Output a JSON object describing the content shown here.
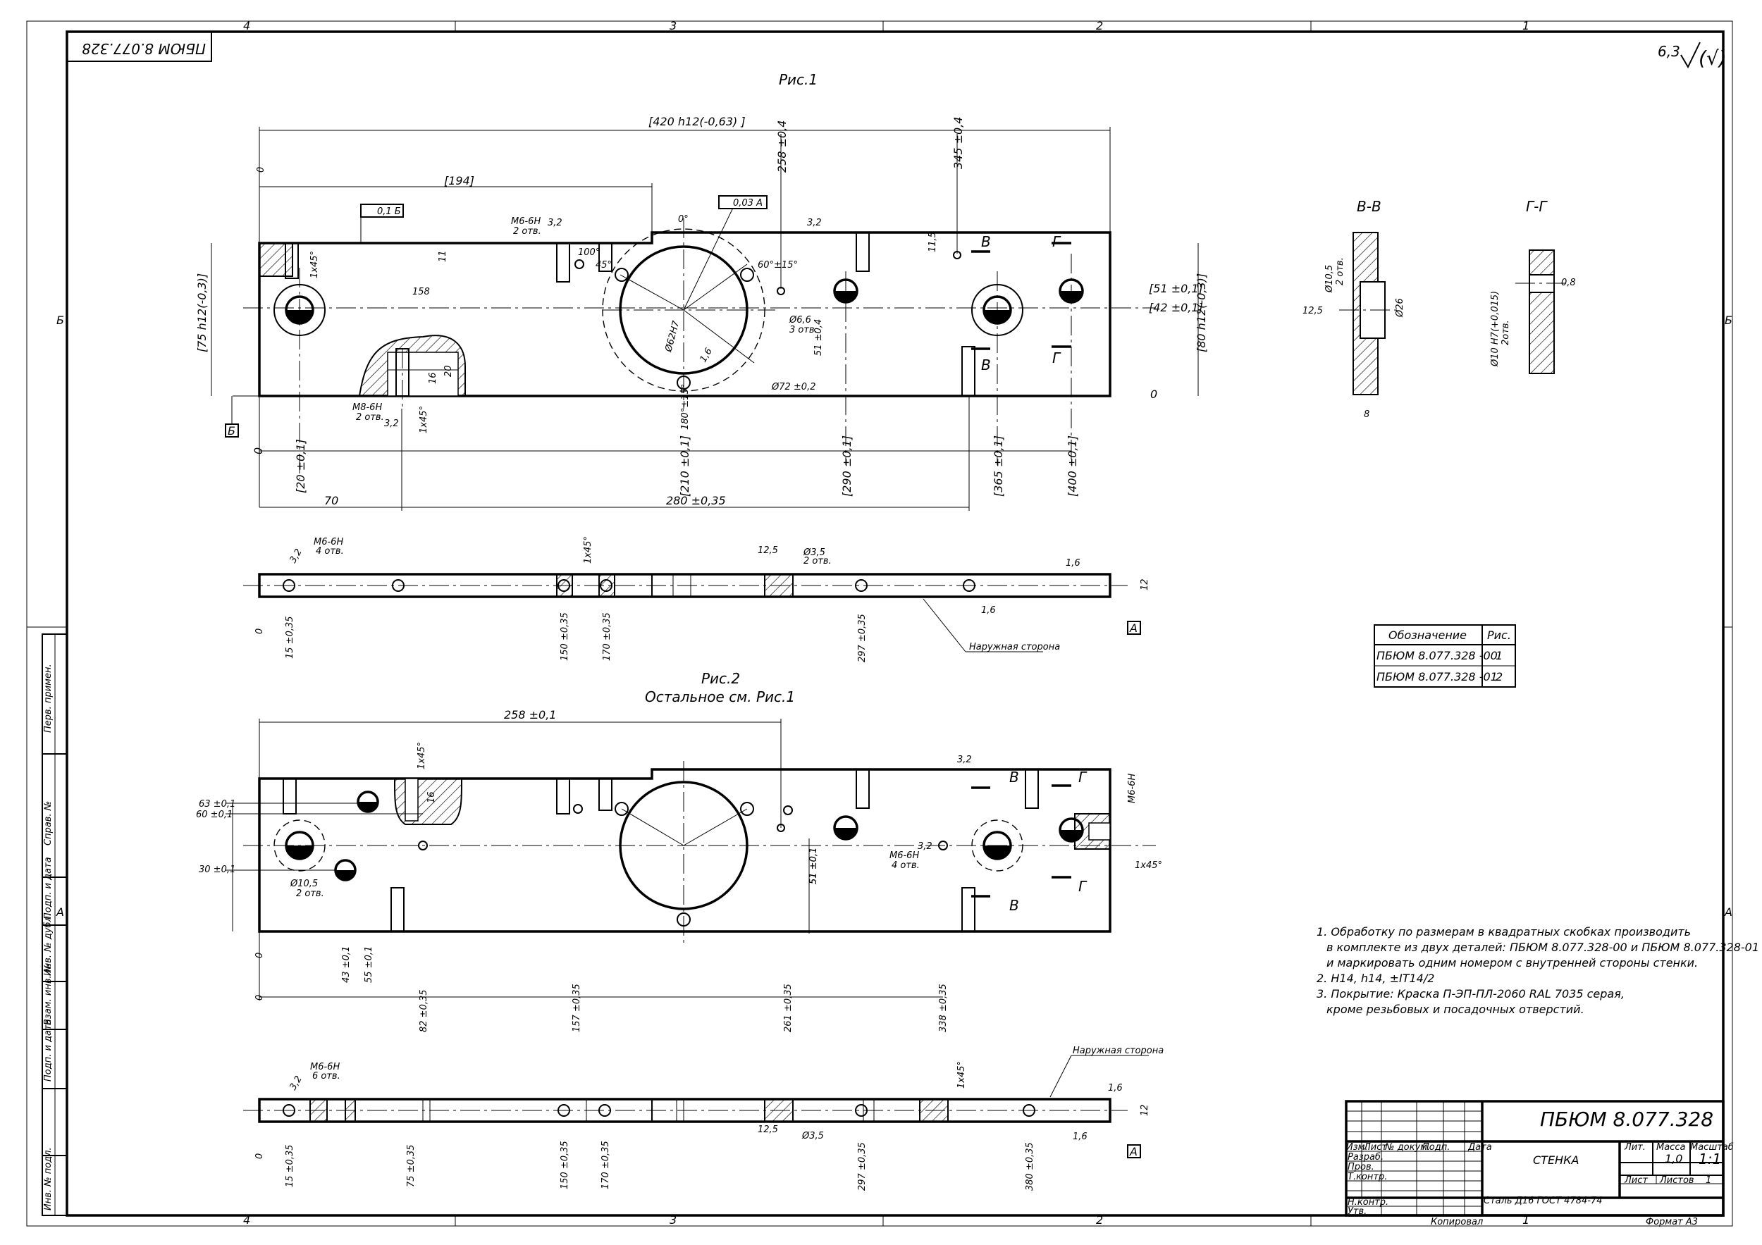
{
  "frame": {
    "doc_number_rotated": "ПБЮМ 8.077.328",
    "zone_top": [
      "4",
      "3",
      "2",
      "1"
    ],
    "zone_bottom": [
      "4",
      "3",
      "2",
      "1"
    ],
    "zone_left": [
      "Б",
      "А"
    ],
    "zone_right": [
      "Б",
      "А"
    ],
    "roughness_general": "6,3",
    "roughness_bracket": "(√)",
    "side_labels": [
      "Перв. примен.",
      "Справ. №",
      "Подп. и дата",
      "Инв. № дубл.",
      "Взам. инв. №",
      "Подп. и дата",
      "Инв. № подл."
    ]
  },
  "figure1": {
    "title": "Рис.1",
    "dims_top": [
      "[420 h12(-0,63) ]",
      "[194]",
      "258 ±0,4",
      "345 ±0,4"
    ],
    "dims_left": [
      "[75 h12(-0,3)]"
    ],
    "dims_right": [
      "[51 ±0,1]",
      "[42 ±0,1]",
      "[80 h12(-0,3)]"
    ],
    "dims_bottom": [
      "[20 ±0,1]",
      "[210 ±0,1]",
      "[290 ±0,1]",
      "[365 ±0,1]",
      "[400 ±0,1]",
      "70",
      "280 ±0,35"
    ],
    "annotations": [
      "0",
      "0°",
      "0,1 Б",
      "0,03 А",
      "M6-6H",
      "2 отв.",
      "3,2",
      "3,2",
      "158",
      "11",
      "100°",
      "45°",
      "60°±15°",
      "Ø6,6",
      "3 отв.",
      "51 ±0,4",
      "Ø72 ±0,2",
      "Ø62H7",
      "180°±15°",
      "1,6",
      "11,5",
      "M8-6H",
      "2 отв.",
      "3,2",
      "1x45°",
      "1x45°",
      "16",
      "20",
      "0",
      "0",
      "Б"
    ],
    "section_marks": [
      "В",
      "В",
      "Г",
      "Г"
    ]
  },
  "view1_edge": {
    "annotations": [
      "M6-6H",
      "4 отв.",
      "3,2",
      "1x45°",
      "12,5",
      "Ø3,5",
      "2 отв.",
      "1,6",
      "1,6",
      "12",
      "А",
      "Наружная сторона"
    ],
    "dims": [
      "0",
      "15 ±0,35",
      "150 ±0,35",
      "170 ±0,35",
      "297 ±0,35"
    ]
  },
  "section_vv": {
    "title": "В-В",
    "annotations": [
      "Ø10,5",
      "2 отв.",
      "12,5",
      "Ø26",
      "8"
    ]
  },
  "section_gg": {
    "title": "Г-Г",
    "annotations": [
      "Ø10 H7(+0,015)",
      "2отв.",
      "0,8"
    ]
  },
  "variant_table": {
    "headers": [
      "Обозначение",
      "Рис."
    ],
    "rows": [
      [
        "ПБЮМ 8.077.328 -00",
        "1"
      ],
      [
        "ПБЮМ 8.077.328 -01",
        "2"
      ]
    ]
  },
  "figure2": {
    "title": "Рис.2",
    "subtitle": "Остальное см. Рис.1",
    "dims_top": [
      "258 ±0,1"
    ],
    "dims_left": [
      "63 ±0,1",
      "60 ±0,1",
      "30 ±0,1"
    ],
    "annotations": [
      "1x45°",
      "Ø10,5",
      "2 отв.",
      "51 ±0,1",
      "M6-6H",
      "4 отв.",
      "3,2",
      "3,2",
      "1x45°",
      "M6-6H",
      "16"
    ],
    "dims_bottom": [
      "0",
      "0",
      "43 ±0,1",
      "55 ±0,1",
      "82 ±0,35",
      "157 ±0,35",
      "261 ±0,35",
      "338 ±0,35"
    ],
    "section_marks": [
      "В",
      "В",
      "Г",
      "Г"
    ]
  },
  "view2_edge": {
    "annotations": [
      "M6-6H",
      "6 отв.",
      "3,2",
      "1x45°",
      "Наружная сторона",
      "12,5",
      "Ø3,5",
      "1,6",
      "1,6",
      "12",
      "А"
    ],
    "dims": [
      "0",
      "15 ±0,35",
      "75 ±0,35",
      "150 ±0,35",
      "170 ±0,35",
      "297 ±0,35",
      "380 ±0,35"
    ]
  },
  "notes": [
    "1. Обработку по размерам в квадратных скобках производить",
    "в комплекте из двух деталей: ПБЮМ 8.077.328-00 и ПБЮМ 8.077.328-01",
    "и маркировать одним номером с внутренней стороны стенки.",
    "2. H14, h14, ±IT14/2",
    "3. Покрытие: Краска П-ЭП-ПЛ-2060 RAL 7035 серая,",
    "кроме резьбовых и посадочных отверстий."
  ],
  "title_block": {
    "designation": "ПБЮМ 8.077.328",
    "name": "СТЕНКА",
    "material": "Сталь Д16 ГОСТ 4784-74",
    "row_labels": [
      "Изм.",
      "Лист",
      "№ докум.",
      "Подп.",
      "Дата",
      "Разраб.",
      "Пров.",
      "Т.контр.",
      "Н.контр.",
      "Утв."
    ],
    "lit_label": "Лит.",
    "mass_label": "Масса",
    "scale_label": "Масштаб",
    "mass_value": "1,0",
    "scale_value": "1:1",
    "sheet_label": "Лист",
    "sheets_label": "Листов",
    "sheets_value": "1",
    "copied": "Копировал",
    "format": "Формат А3"
  }
}
